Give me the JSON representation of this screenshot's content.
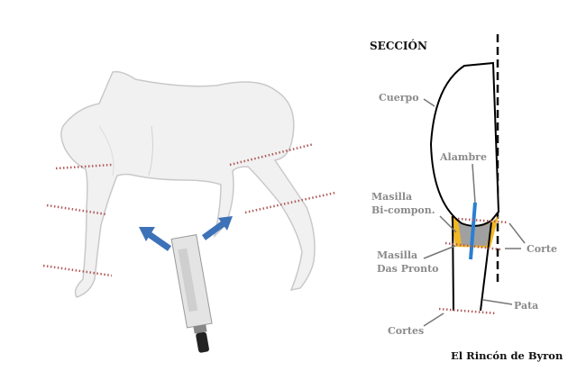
{
  "section": {
    "title": "SECCIÓN",
    "labels": {
      "cuerpo": "Cuerpo",
      "alambre": "Alambre",
      "masilla_bi_1": "Masilla",
      "masilla_bi_2": "Bi-compon.",
      "masilla_das_1": "Masilla",
      "masilla_das_2": "Das Pronto",
      "corte": "Corte",
      "pata": "Pata",
      "cortes": "Cortes"
    }
  },
  "credit": "El Rincón de Byron",
  "colors": {
    "putty_yellow": "#f2b824",
    "putty_gray": "#a0a0a0",
    "wire_blue": "#2a7fd0",
    "arrow_blue": "#3d72b8",
    "cut_line": "#b05a5a"
  }
}
